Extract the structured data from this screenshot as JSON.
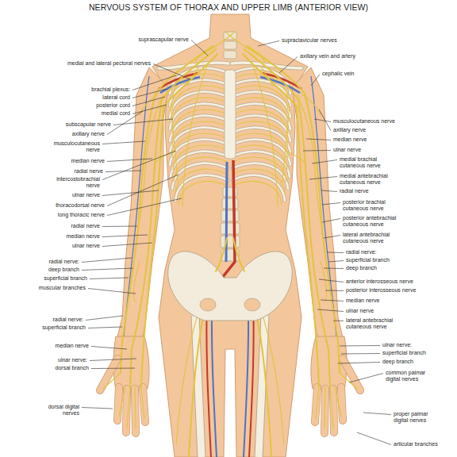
{
  "diagram": {
    "title": "NERVOUS SYSTEM OF THORAX AND UPPER LIMB (ANTERIOR VIEW)",
    "labels": [
      "suprascapular nerve",
      "medial and lateral pectoral nerves",
      "brachial plexus:",
      "lateral cord",
      "posterior cord",
      "medial cord",
      "subscapular nerve",
      "axillary nerve",
      "musculocutaneous nerve",
      "median nerve",
      "radial nerve",
      "intercostobrachial nerve",
      "ulnar nerve",
      "thoracodorsal nerve",
      "long thoracic nerve",
      "radial nerve",
      "median nerve",
      "ulnar nerve",
      "radial nerve:",
      "deep branch",
      "superficial branch",
      "muscular branches",
      "radial nerve:",
      "superficial branch",
      "median nerve",
      "ulnar nerve:",
      "dorsal branch",
      "dorsal digital nerves",
      "supraclavicular nerves",
      "axillary vein and artery",
      "cephalic vein",
      "musculocutaneous nerve",
      "axillary nerve",
      "median nerve",
      "ulnar nerve",
      "medial brachial cutaneous nerve",
      "medial antebrachial cutaneous nerve",
      "radial nerve",
      "posterior brachial cutaneous nerve",
      "posterior antebrachial cutaneous nerve",
      "lateral antebrachial cutaneous nerve",
      "radial nerve:",
      "superficial branch",
      "deep branch",
      "anterior interosseous nerve",
      "posterior interosseous nerve",
      "median nerve",
      "ulnar nerve",
      "lateral antebrachial cutaneous nerve",
      "ulnar nerve:",
      "superficial branch",
      "deep branch",
      "common palmar digital nerves",
      "proper palmar digital nerves",
      "articular branches"
    ]
  }
}
